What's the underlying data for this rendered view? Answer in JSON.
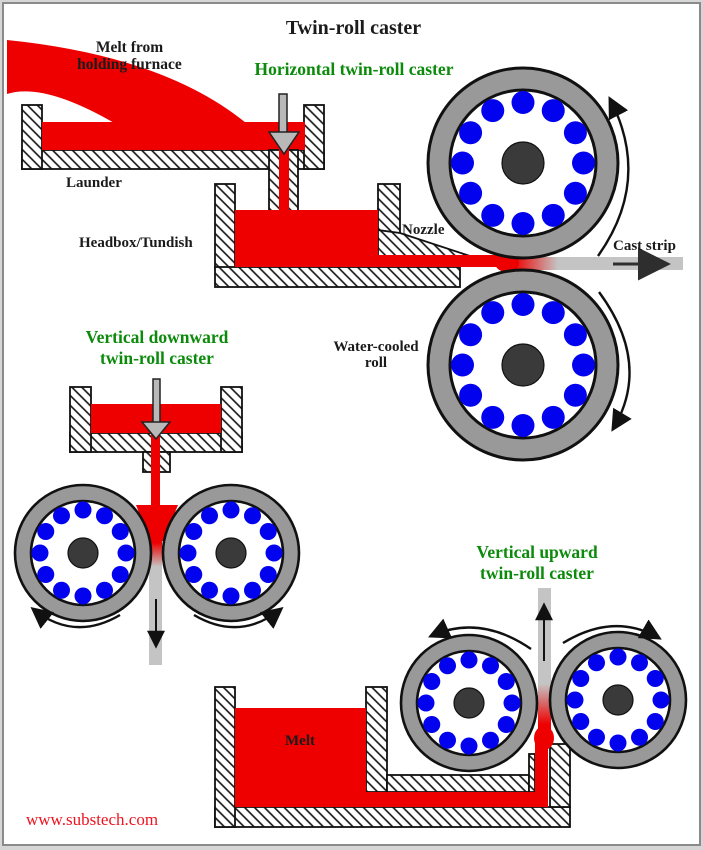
{
  "title": "Twin-roll caster",
  "watermark": "www.substech.com",
  "colors": {
    "melt_red": "#ee0000",
    "label_green": "#0b8a0b",
    "water_blue": "#0202ee",
    "roll_gray": "#999999",
    "hub_gray": "#3a3a3a",
    "strip_gray": "#c4c4c4",
    "watermark_red": "#ec1420"
  },
  "sections": {
    "horizontal": {
      "heading": "Horizontal twin-roll caster",
      "melt_from_line1": "Melt from",
      "melt_from_line2": "holding furnace",
      "launder": "Launder",
      "headbox": "Headbox/Tundish",
      "nozzle": "Nozzle",
      "cast_strip": "Cast strip",
      "water_cooled_line1": "Water-cooled",
      "water_cooled_line2": "roll"
    },
    "vertical_downward": {
      "heading_line1": "Vertical downward",
      "heading_line2": "twin-roll caster"
    },
    "vertical_upward": {
      "heading_line1": "Vertical upward",
      "heading_line2": "twin-roll caster",
      "melt": "Melt"
    }
  }
}
